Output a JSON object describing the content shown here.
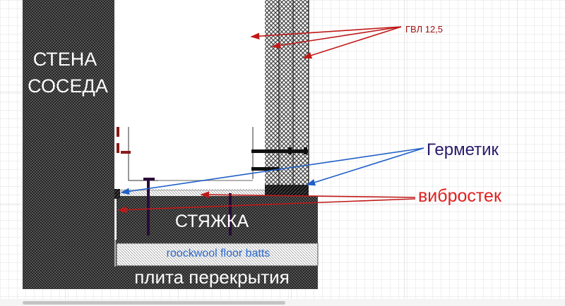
{
  "labels": {
    "neighbor_wall_line1": "СТЕНА",
    "neighbor_wall_line2": "СОСЕДА",
    "screed": "СТЯЖКА",
    "insulation": "roockwool floor batts",
    "slab": "плита перекрытия",
    "gvl": "ГВЛ 12,5",
    "sealant": "Герметик",
    "vibrostek": "вибростек"
  },
  "colors": {
    "gvl_label": "#a01010",
    "sealant_label": "#2a1a6a",
    "vibrostek_label": "#e02020",
    "insulation_label": "#2a6ad0",
    "red_arrow": "#c01818",
    "blue_arrow": "#2060c8"
  }
}
